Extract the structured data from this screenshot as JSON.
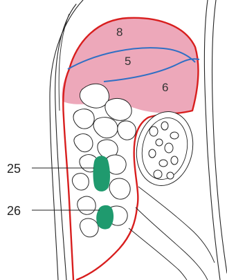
{
  "colors": {
    "liver_fill": "#eda8ba",
    "boundary": "#d81e1e",
    "vessel": "#2f6fc4",
    "marker": "#1f9a6e",
    "line": "#222222"
  },
  "segments": [
    {
      "label": "8"
    },
    {
      "label": "5"
    },
    {
      "label": "6"
    }
  ],
  "callouts": [
    {
      "label": "25"
    },
    {
      "label": "26"
    }
  ]
}
